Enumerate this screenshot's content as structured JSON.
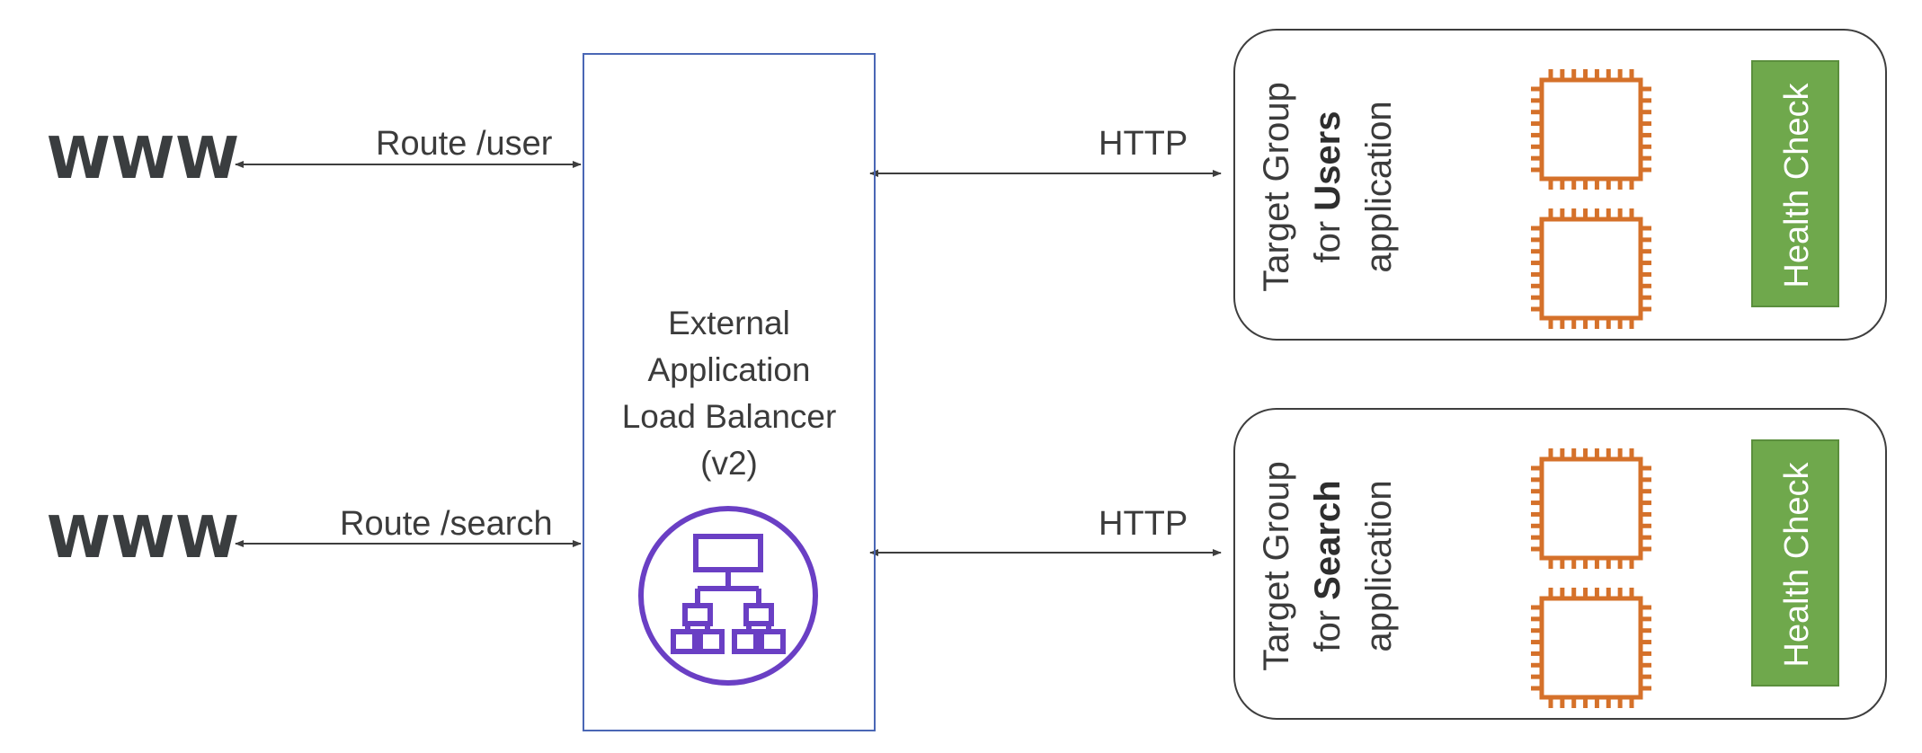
{
  "left_side": {
    "www_top": "WWW",
    "www_bottom": "WWW",
    "route_user": "Route /user",
    "route_search": "Route /search"
  },
  "load_balancer": {
    "line1": "External",
    "line2": "Application",
    "line3": "Load Balancer",
    "line4": "(v2)",
    "icon": "load-balancer-hierarchy-icon",
    "accent_color": "#6a3fc4",
    "border_color": "#4a67b5"
  },
  "connections": {
    "http_top": "HTTP",
    "http_bottom": "HTTP"
  },
  "target_groups": [
    {
      "line1": "Target Group",
      "line2_prefix": "for ",
      "line2_bold": "Users",
      "line3": "application",
      "health_check": "Health Check",
      "instance_icon": "ec2-instance-chip-icon"
    },
    {
      "line1": "Target Group",
      "line2_prefix": "for ",
      "line2_bold": "Search",
      "line3": "application",
      "health_check": "Health Check",
      "instance_icon": "ec2-instance-chip-icon"
    }
  ],
  "colors": {
    "instance": "#d5712a",
    "health_check": "#6fa84c"
  }
}
